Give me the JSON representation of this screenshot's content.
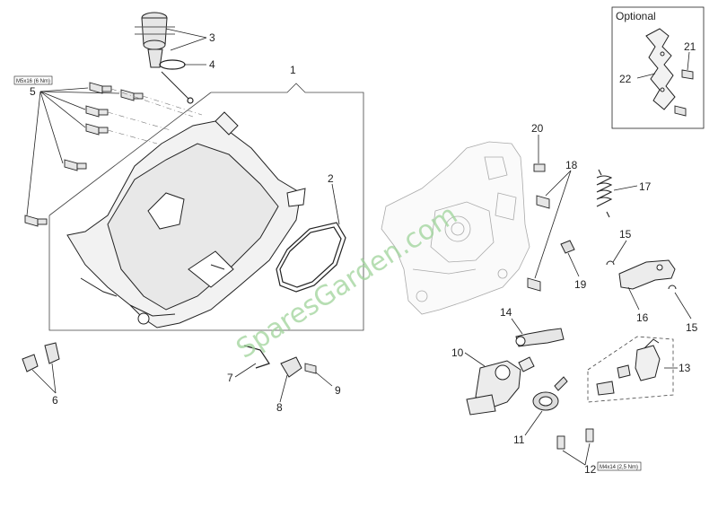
{
  "optional_box": {
    "title": "Optional"
  },
  "specs": {
    "screw_5": "M5x16 (6 Nm)",
    "screw_12": "M4x14 (2,5 Nm)"
  },
  "watermark": "SparesGarden.com",
  "callouts": [
    "1",
    "2",
    "3",
    "4",
    "5",
    "6",
    "7",
    "8",
    "9",
    "10",
    "11",
    "12",
    "13",
    "14",
    "15",
    "15",
    "16",
    "17",
    "18",
    "19",
    "20",
    "21",
    "22"
  ],
  "colors": {
    "line": "#222222",
    "light_line": "#888888",
    "fill_part": "#f2f2f2",
    "watermark": "#9fd49a"
  }
}
